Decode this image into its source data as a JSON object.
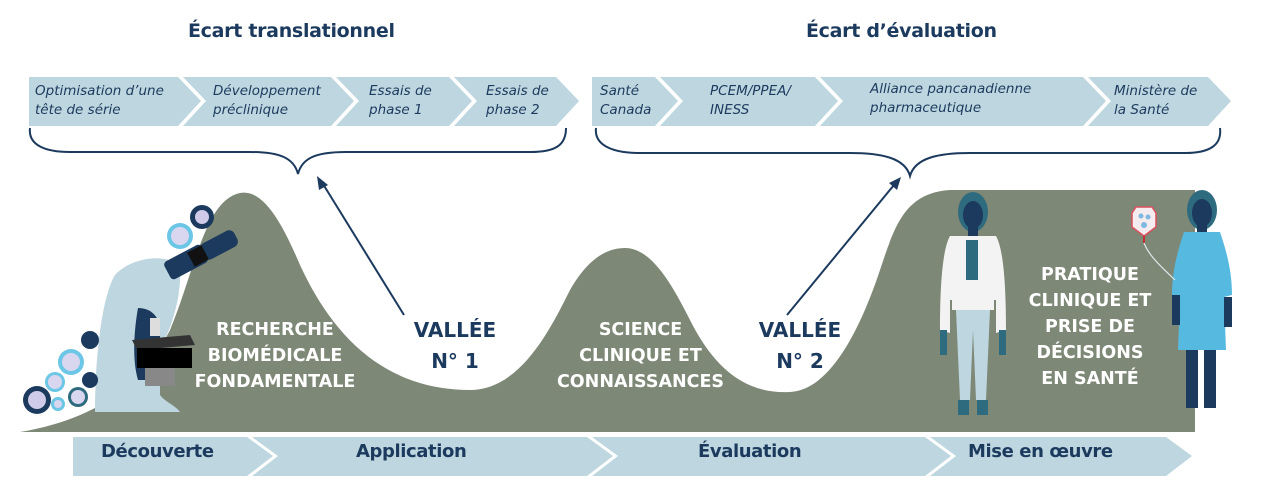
{
  "gaps": {
    "translational": {
      "title": "Écart translationnel",
      "steps": [
        {
          "line1": "Optimisation d’une",
          "line2": "tête de série"
        },
        {
          "line1": "Développement",
          "line2": "préclinique"
        },
        {
          "line1": "Essais de",
          "line2": "phase 1"
        },
        {
          "line1": "Essais de",
          "line2": "phase 2"
        }
      ]
    },
    "evaluation": {
      "title": "Écart d’évaluation",
      "steps": [
        {
          "line1": "Santé",
          "line2": "Canada"
        },
        {
          "line1": "PCEM/PPEA/",
          "line2": "INESS"
        },
        {
          "line1": "Alliance pancanadienne",
          "line2": "pharmaceutique"
        },
        {
          "line1": "Ministère de",
          "line2": "la Santé"
        }
      ]
    }
  },
  "hills": {
    "basic_research": [
      "RECHERCHE",
      "BIOMÉDICALE",
      "FONDAMENTALE"
    ],
    "clinical_science": [
      "SCIENCE",
      "CLINIQUE ET",
      "CONNAISSANCES"
    ],
    "clinical_practice": [
      "PRATIQUE",
      "CLINIQUE ET",
      "PRISE DE",
      "DÉCISIONS",
      "EN SANTÉ"
    ]
  },
  "valleys": {
    "valley1": {
      "line1": "VALLÉE",
      "line2": "N° 1"
    },
    "valley2": {
      "line1": "VALLÉE",
      "line2": "N° 2"
    }
  },
  "phases": [
    "Découverte",
    "Application",
    "Évaluation",
    "Mise en œuvre"
  ],
  "icons": {
    "microscope": "microscope-icon",
    "cells": "cell-icon",
    "doctor": "doctor-figure-icon",
    "patient": "patient-figure-icon",
    "iv_bag": "iv-bag-icon"
  },
  "colors": {
    "navy": "#1c3a5e",
    "chevron": "#bdd6df",
    "hill": "#7e8877",
    "bracket": "#1c3a5e",
    "gown": "#55b9e0"
  }
}
